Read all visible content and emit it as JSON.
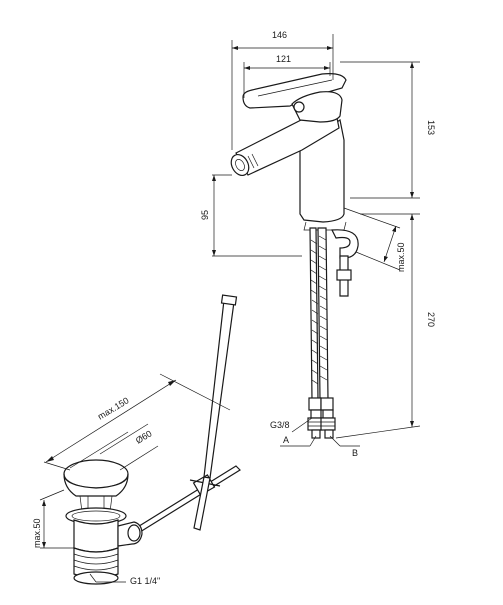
{
  "faucet": {
    "dim_width_total": "146",
    "dim_width_spout": "121",
    "dim_height_total": "153",
    "dim_height_base": "95",
    "dim_hose_max": "max.50",
    "dim_hose_length": "270",
    "label_thread": "G3/8",
    "label_a": "A",
    "label_b": "B"
  },
  "drain": {
    "dim_max_reach": "max.150",
    "dim_diameter": "Ø60",
    "dim_height_max": "max.50",
    "label_thread": "G1 1/4\""
  },
  "colors": {
    "line": "#1a1a1a",
    "background": "#ffffff"
  }
}
